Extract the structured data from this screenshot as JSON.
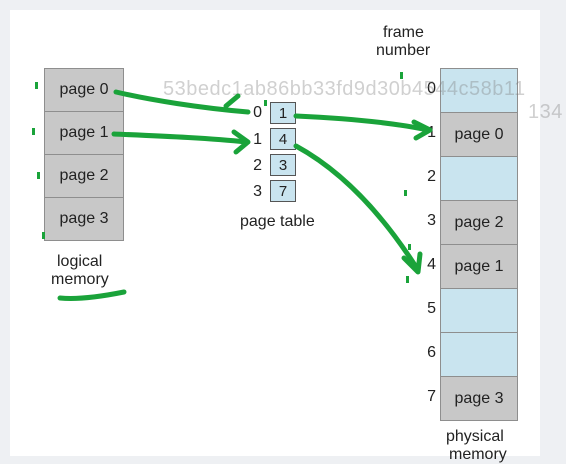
{
  "logical_memory": {
    "pages": [
      "page 0",
      "page 1",
      "page 2",
      "page 3"
    ],
    "caption_line1": "logical",
    "caption_line2": "memory"
  },
  "page_table": {
    "indices": [
      "0",
      "1",
      "2",
      "3"
    ],
    "frames": [
      "1",
      "4",
      "3",
      "7"
    ],
    "caption": "page table"
  },
  "physical_memory": {
    "header_line1": "frame",
    "header_line2": "number",
    "frame_numbers": [
      "0",
      "1",
      "2",
      "3",
      "4",
      "5",
      "6",
      "7"
    ],
    "frames": [
      "",
      "page 0",
      "",
      "page 2",
      "page 1",
      "",
      "",
      "page 3"
    ],
    "caption_line1": "physical",
    "caption_line2": "memory"
  },
  "watermark": {
    "line1": "53bedc1ab86bb33fd9d30b4544c58b11",
    "line2": "134"
  },
  "colors": {
    "page_gray": "#c8c8c8",
    "frame_blue": "#c9e4ef",
    "annotation_green": "#1aa33a"
  }
}
